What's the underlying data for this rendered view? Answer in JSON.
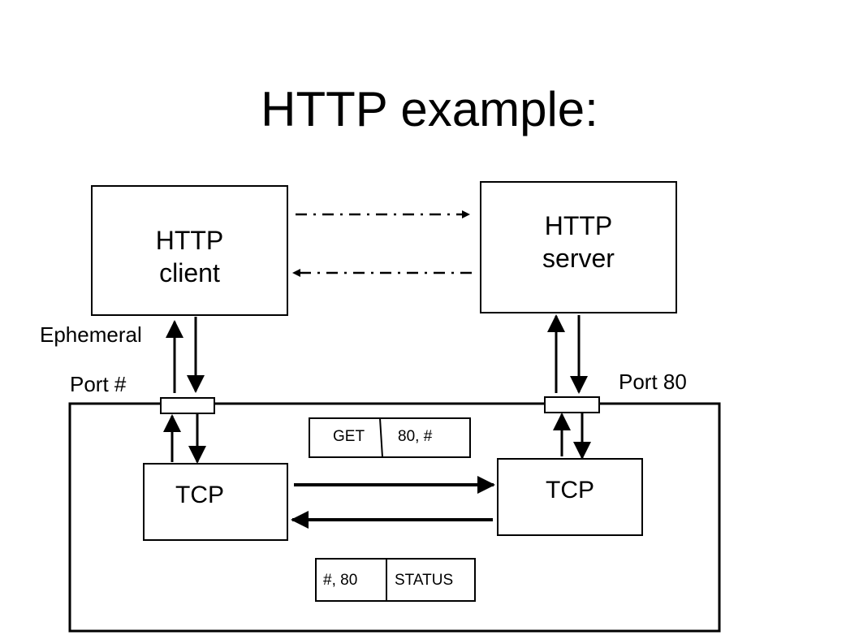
{
  "title": "HTTP example:",
  "client": {
    "line1": "HTTP",
    "line2": "client"
  },
  "server": {
    "line1": "HTTP",
    "line2": "server"
  },
  "client_port": {
    "line1": "Ephemeral",
    "line2": "Port #"
  },
  "server_port": "Port 80",
  "tcp_left": "TCP",
  "tcp_right": "TCP",
  "request_segment": {
    "payload": "GET",
    "ports": "80, #"
  },
  "response_segment": {
    "ports": "#, 80",
    "payload": "STATUS"
  }
}
